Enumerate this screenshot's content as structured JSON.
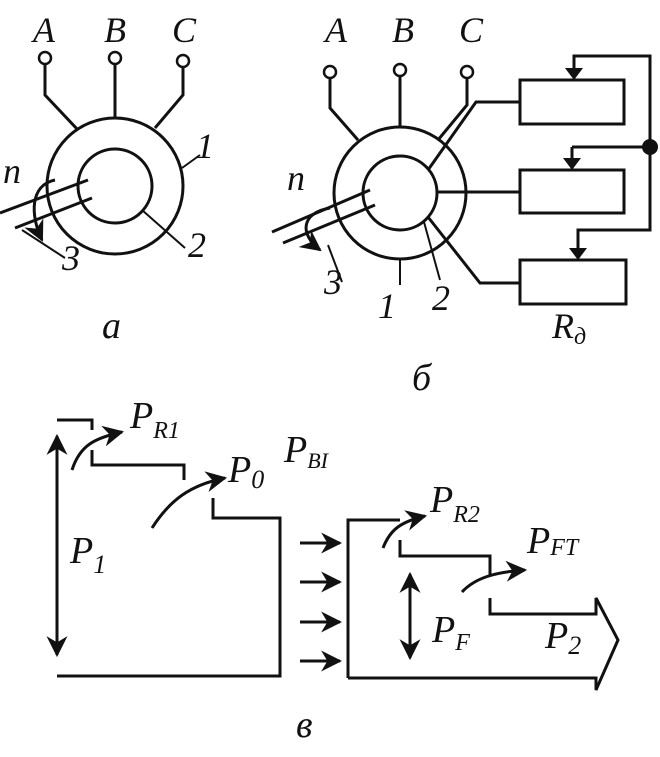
{
  "diagram_a": {
    "phase_labels": [
      "A",
      "B",
      "C"
    ],
    "stator_label": "1",
    "rotor_label": "2",
    "shaft_label": "3",
    "speed_label": "n",
    "caption": "а"
  },
  "diagram_b": {
    "phase_labels": [
      "A",
      "B",
      "C"
    ],
    "stator_label": "1",
    "rotor_label": "2",
    "shaft_label": "3",
    "speed_label": "n",
    "resistor_label_main": "R",
    "resistor_label_sub": "д",
    "caption": "б"
  },
  "diagram_v": {
    "p1": {
      "main": "P",
      "sub": "1"
    },
    "pr1": {
      "main": "P",
      "sub": "R1"
    },
    "p0": {
      "main": "P",
      "sub": "0"
    },
    "pbi": {
      "main": "P",
      "sub": "BI"
    },
    "pr2": {
      "main": "P",
      "sub": "R2"
    },
    "pft": {
      "main": "P",
      "sub": "FT"
    },
    "pf": {
      "main": "P",
      "sub": "F"
    },
    "p2": {
      "main": "P",
      "sub": "2"
    },
    "caption": "в"
  }
}
